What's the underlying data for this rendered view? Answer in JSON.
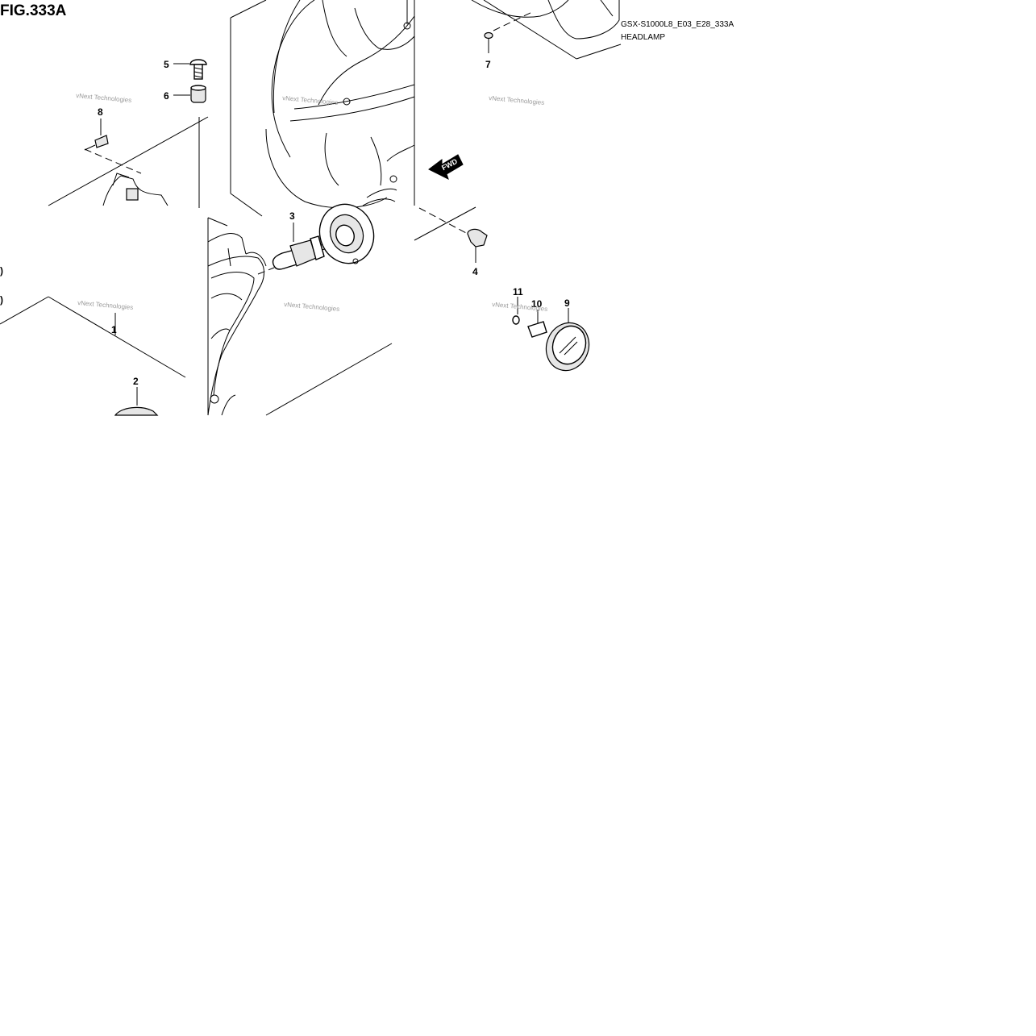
{
  "figure": {
    "title": "FIG.333A",
    "code": "GSX-S1000L8_E03_E28_333A",
    "name": "HEADLAMP",
    "direction_label": "FWD"
  },
  "watermark": {
    "text": "vNext Technologies"
  },
  "callouts": [
    "1",
    "2",
    "3",
    "4",
    "5",
    "6",
    "7",
    "8",
    "9",
    "10",
    "11"
  ],
  "colors": {
    "ink": "#000000",
    "watermark": "#9a9a9a",
    "background": "#ffffff"
  }
}
